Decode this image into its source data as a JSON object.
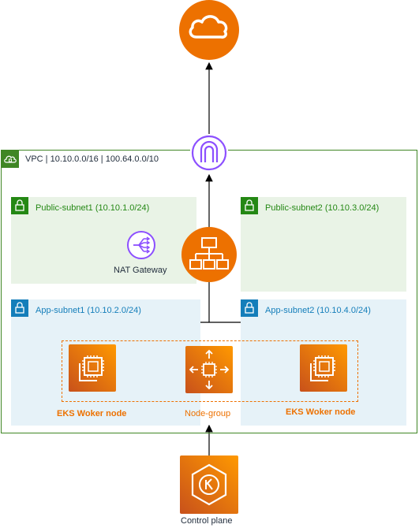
{
  "vpc": {
    "label": "VPC | 10.10.0.0/16 |  100.64.0.0/10"
  },
  "subnets": {
    "public1": "Public-subnet1 (10.10.1.0/24)",
    "public2": "Public-subnet2 (10.10.3.0/24)",
    "app1": "App-subnet1 (10.10.2.0/24)",
    "app2": "App-subnet2 (10.10.4.0/24)"
  },
  "nodes": {
    "nat_gateway": "NAT Gateway",
    "worker1": "EKS Woker node",
    "worker2": "EKS Woker node",
    "node_group": "Node-group",
    "control_plane": "Control plane"
  },
  "colors": {
    "vpc_border": "#3f8624",
    "public_fill": "#e9f3e6",
    "private_fill": "#e6f2f8",
    "public_text": "#248814",
    "private_text": "#147eba",
    "aws_orange": "#ed7100",
    "gateway_purple": "#8c4fff"
  },
  "icons": [
    "cloud-icon",
    "internet-gateway-icon",
    "load-balancer-icon",
    "nat-gateway-icon",
    "ec2-instance-icon",
    "auto-scaling-icon",
    "eks-icon",
    "lock-icon",
    "vpc-cloud-icon"
  ]
}
